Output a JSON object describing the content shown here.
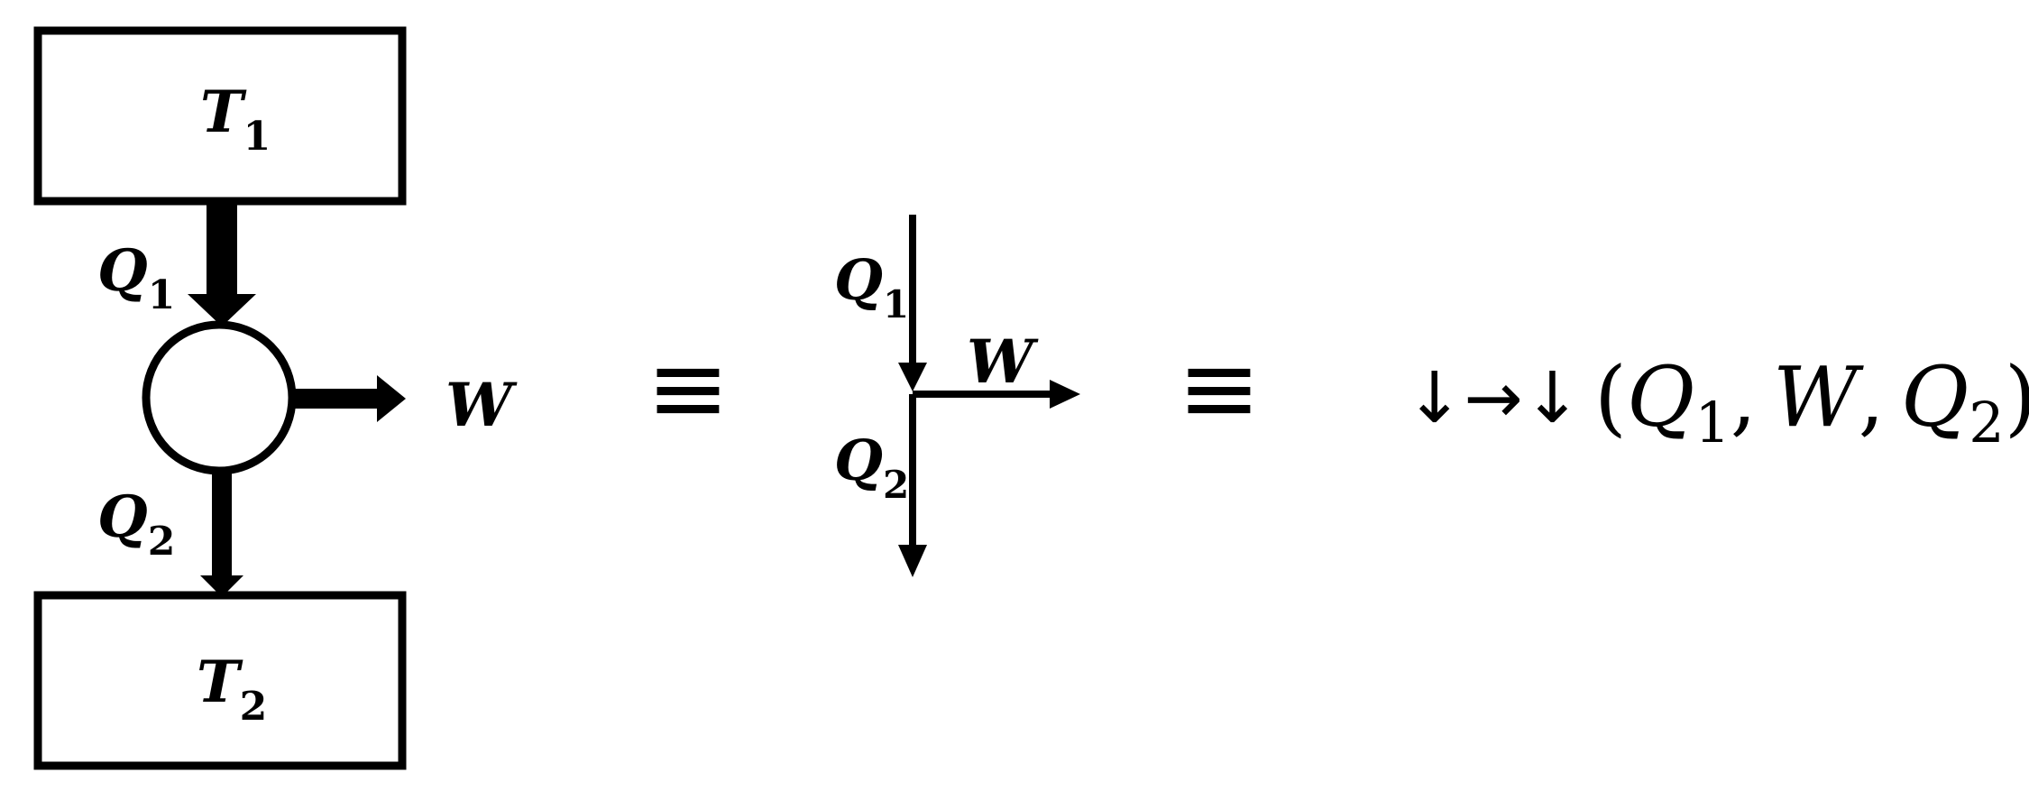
{
  "reservoir_hot": {
    "symbol": "T",
    "subscript": "1"
  },
  "reservoir_cold": {
    "symbol": "T",
    "subscript": "2"
  },
  "heat_in": {
    "symbol": "Q",
    "subscript": "1"
  },
  "heat_out": {
    "symbol": "Q",
    "subscript": "2"
  },
  "work": {
    "symbol": "W"
  },
  "equivalence_symbol": "≡",
  "arrow_sequence": "↓→↓",
  "tuple": {
    "open": "(",
    "q1": "Q",
    "q1_sub": "1",
    "comma1": ",",
    "w": "W",
    "comma2": ",",
    "q2": "Q",
    "q2_sub": "2",
    "close": ")"
  }
}
